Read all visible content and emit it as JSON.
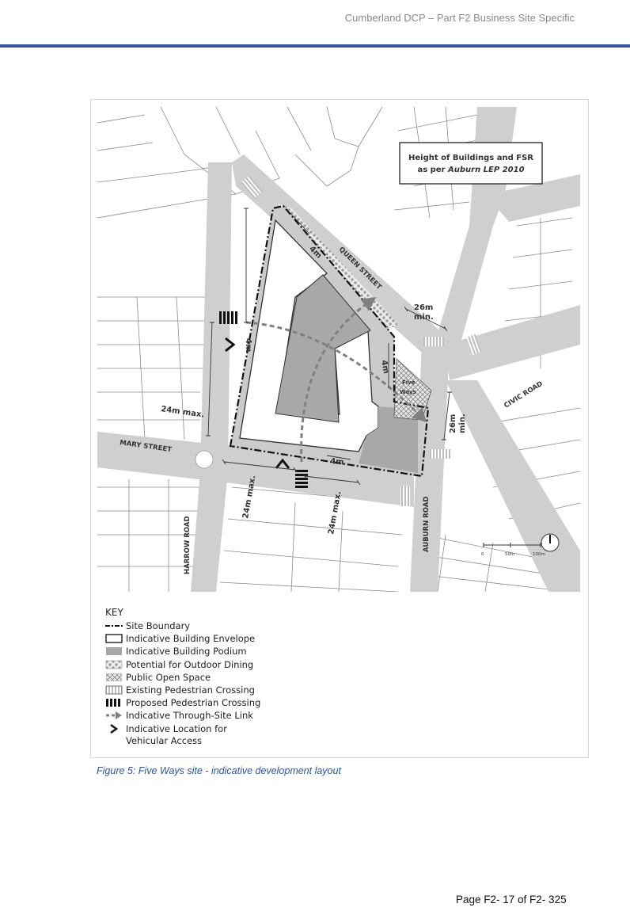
{
  "header": {
    "title": "Cumberland DCP – Part F2 Business Site Specific"
  },
  "map": {
    "title_line1": "Height of Buildings and FSR",
    "title_line2_prefix": "as per ",
    "title_line2_italic": "Auburn LEP 2010",
    "streets": {
      "queen": "QUEEN STREET",
      "civic": "CIVIC ROAD",
      "mary": "MARY STREET",
      "harrow": "HARROW ROAD",
      "auburn": "AUBURN ROAD"
    },
    "dimensions": {
      "setback_a": "4m",
      "setback_b": "4m",
      "setback_c": "4m",
      "setback_d": "4m",
      "width_queen": "26m",
      "width_queen_min": "min.",
      "width_auburn": "26m",
      "width_auburn_min": "min.",
      "height_harrow": "24m max.",
      "height_mary_1": "24m max.",
      "height_mary_2": "24m max."
    },
    "open_space_label_1": "Five",
    "open_space_label_2": "Ways",
    "scale": {
      "zero": "0",
      "mid": "50m",
      "end": "100m"
    }
  },
  "key": {
    "title": "KEY",
    "items": [
      {
        "label": "Site Boundary",
        "icon": "site-boundary-symbol"
      },
      {
        "label": "Indicative Building Envelope",
        "icon": "building-envelope-symbol"
      },
      {
        "label": "Indicative Building Podium",
        "icon": "building-podium-symbol"
      },
      {
        "label": "Potential for Outdoor Dining",
        "icon": "outdoor-dining-symbol"
      },
      {
        "label": "Public Open Space",
        "icon": "open-space-symbol"
      },
      {
        "label": "Existing Pedestrian Crossing",
        "icon": "existing-crossing-symbol"
      },
      {
        "label": "Proposed Pedestrian Crossing",
        "icon": "proposed-crossing-symbol"
      },
      {
        "label": "Indicative Through-Site Link",
        "icon": "through-site-link-symbol"
      },
      {
        "label": "Indicative Location for",
        "label2": "Vehicular Access",
        "icon": "vehicular-access-symbol"
      }
    ]
  },
  "caption": "Figure 5: Five Ways site - indicative development layout",
  "footer": {
    "page": "Page F2- 17 of F2- 325"
  }
}
